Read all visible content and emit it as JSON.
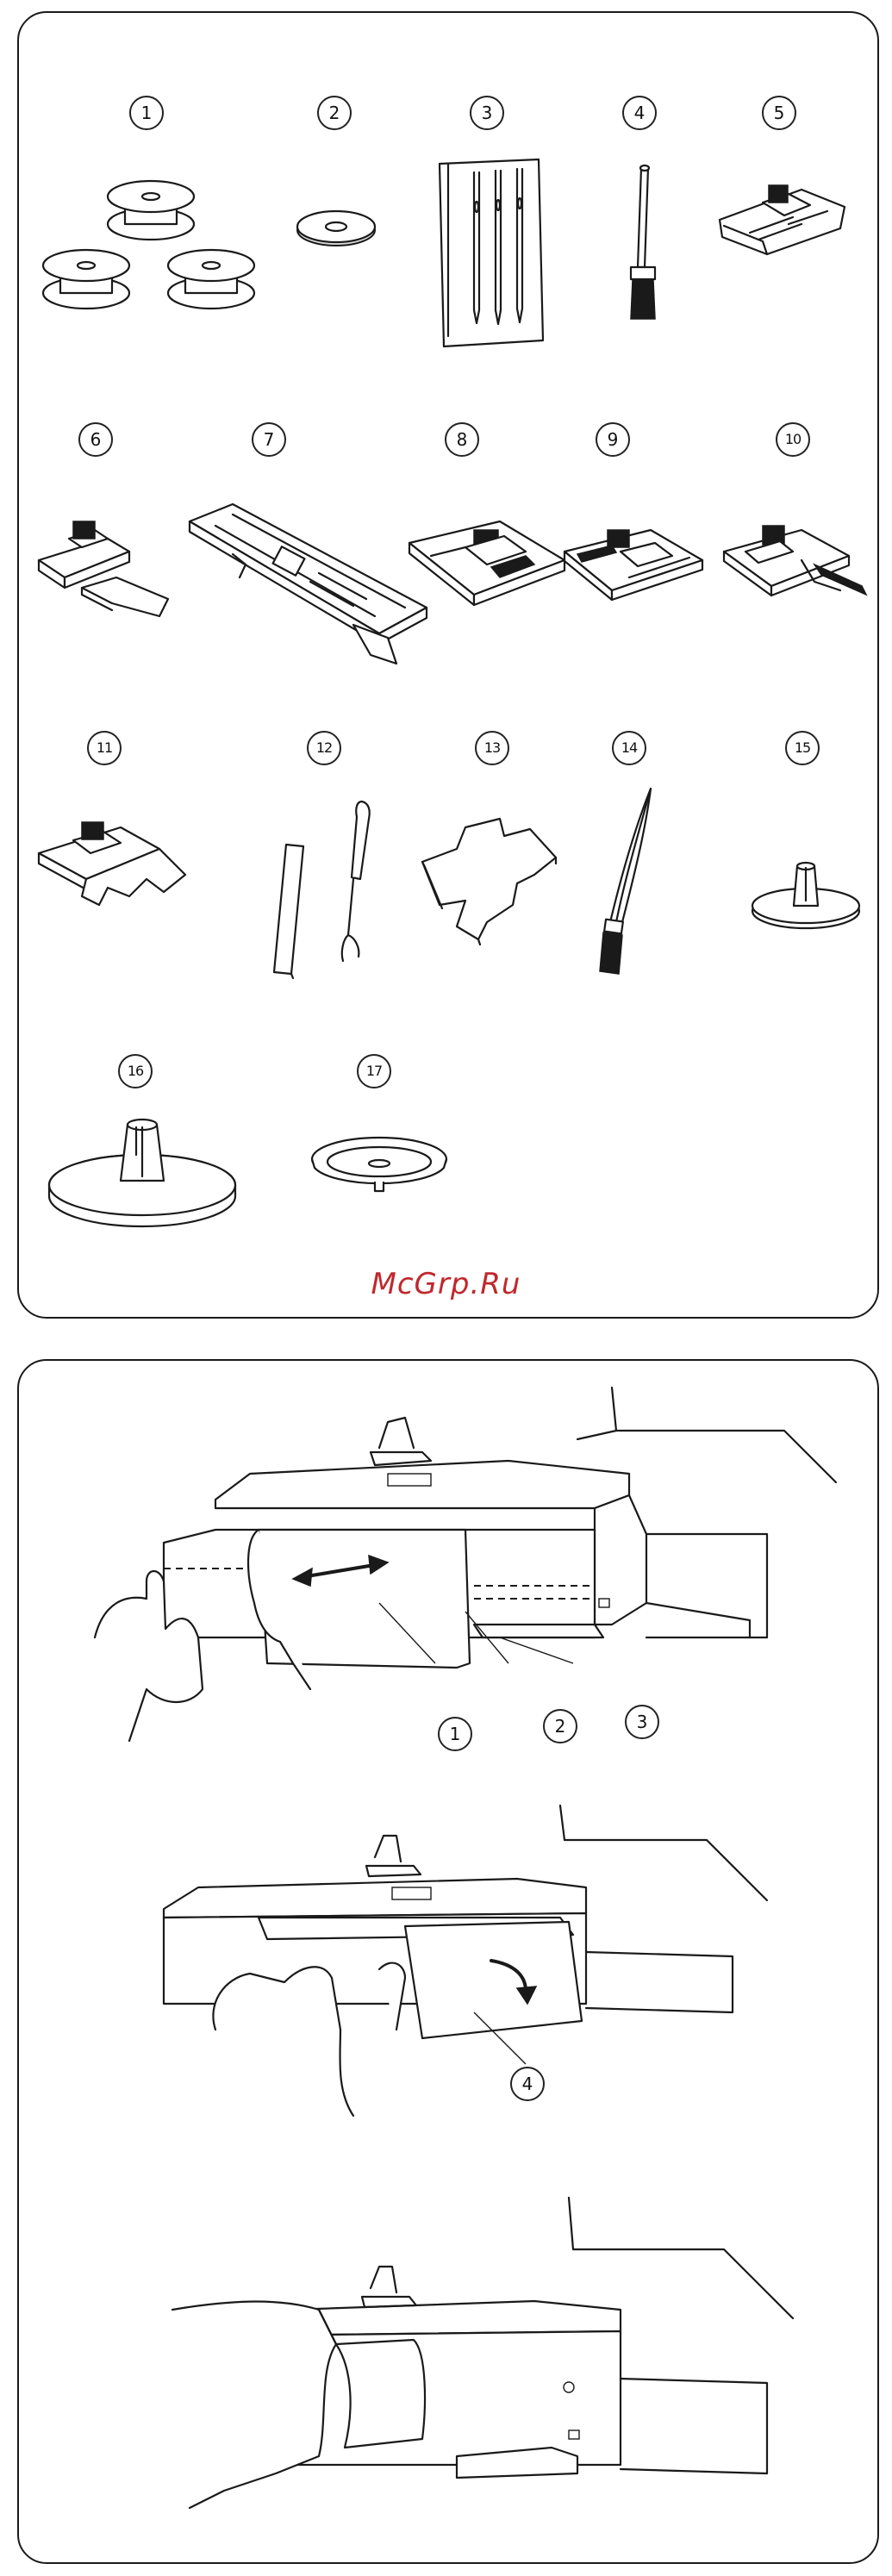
{
  "watermark": "McGrp.Ru",
  "accessories": {
    "labels": [
      "1",
      "2",
      "3",
      "4",
      "5",
      "6",
      "7",
      "8",
      "9",
      "10",
      "11",
      "12",
      "13",
      "14",
      "15",
      "16",
      "17"
    ],
    "icons": [
      "bobbins-icon",
      "felt-disc-icon",
      "needle-pack-icon",
      "spool-pin-icon",
      "presser-foot-icon",
      "zipper-foot-icon",
      "buttonhole-foot-icon",
      "overcast-foot-icon",
      "blind-hem-foot-icon",
      "rolled-hem-foot-icon",
      "satin-foot-icon",
      "seam-ripper-icon",
      "button-shank-plate-icon",
      "lint-brush-icon",
      "small-spool-holder-icon",
      "large-spool-holder-icon",
      "spool-cap-icon"
    ]
  },
  "extension_table": {
    "labels": [
      "1",
      "2",
      "3",
      "4"
    ]
  },
  "colors": {
    "watermark": "#c0282d",
    "line": "#1a1a1a",
    "background": "#ffffff"
  }
}
